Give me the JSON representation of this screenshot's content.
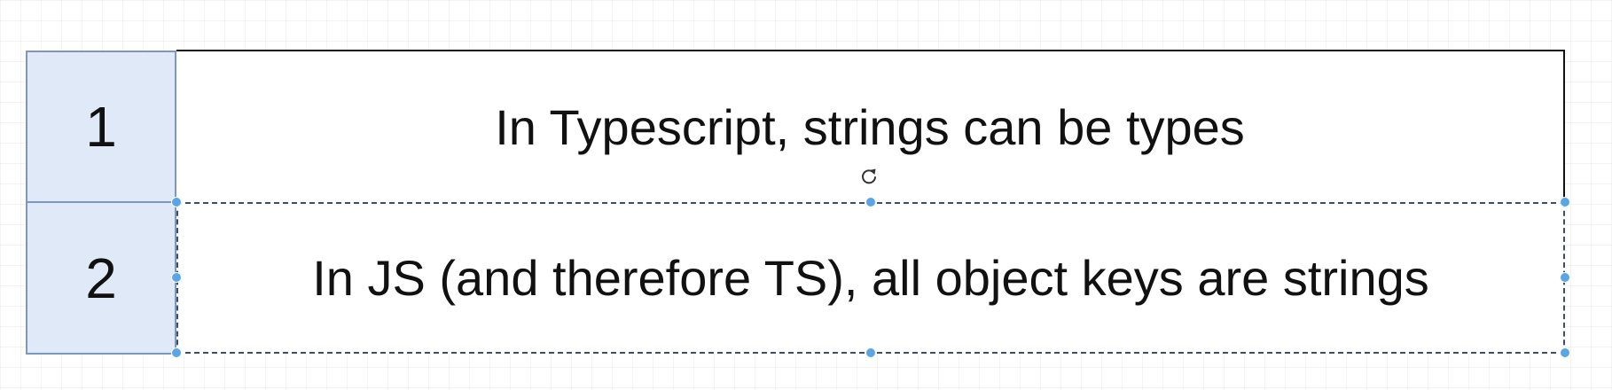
{
  "rows": [
    {
      "number": "1",
      "text": "In Typescript, strings can be types"
    },
    {
      "number": "2",
      "text": "In JS (and therefore TS), all object keys are strings"
    }
  ],
  "colors": {
    "number_cell_fill": "#dfe9f8",
    "number_cell_border": "#7d97c0",
    "selection_handle": "#5aa5e6",
    "text": "#111111"
  },
  "selection": {
    "selected_row": 2,
    "rotate_icon": "rotate-icon"
  }
}
